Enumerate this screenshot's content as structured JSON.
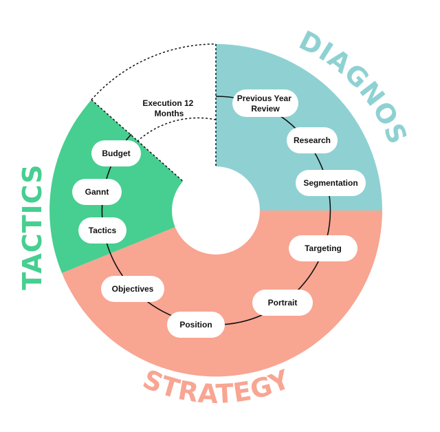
{
  "colors": {
    "diagnosis": "#8fd1d2",
    "strategy": "#f8a592",
    "tactics": "#46cf90",
    "execution": "#ffffff",
    "node_fill": "#ffffff",
    "line": "#111111"
  },
  "sections": {
    "diagnosis": "DIAGNOSIS",
    "strategy": "STRATEGY",
    "tactics": "TACTICS"
  },
  "execution": {
    "line1": "Execution 12",
    "line2": "Months"
  },
  "nodes": {
    "previous_year_review": {
      "line1": "Previous Year",
      "line2": "Review"
    },
    "research": "Research",
    "segmentation": "Segmentation",
    "targeting": "Targeting",
    "portrait": "Portrait",
    "position": "Position",
    "objectives": "Objectives",
    "tactics": "Tactics",
    "gannt": "Gannt",
    "budget": "Budget"
  }
}
